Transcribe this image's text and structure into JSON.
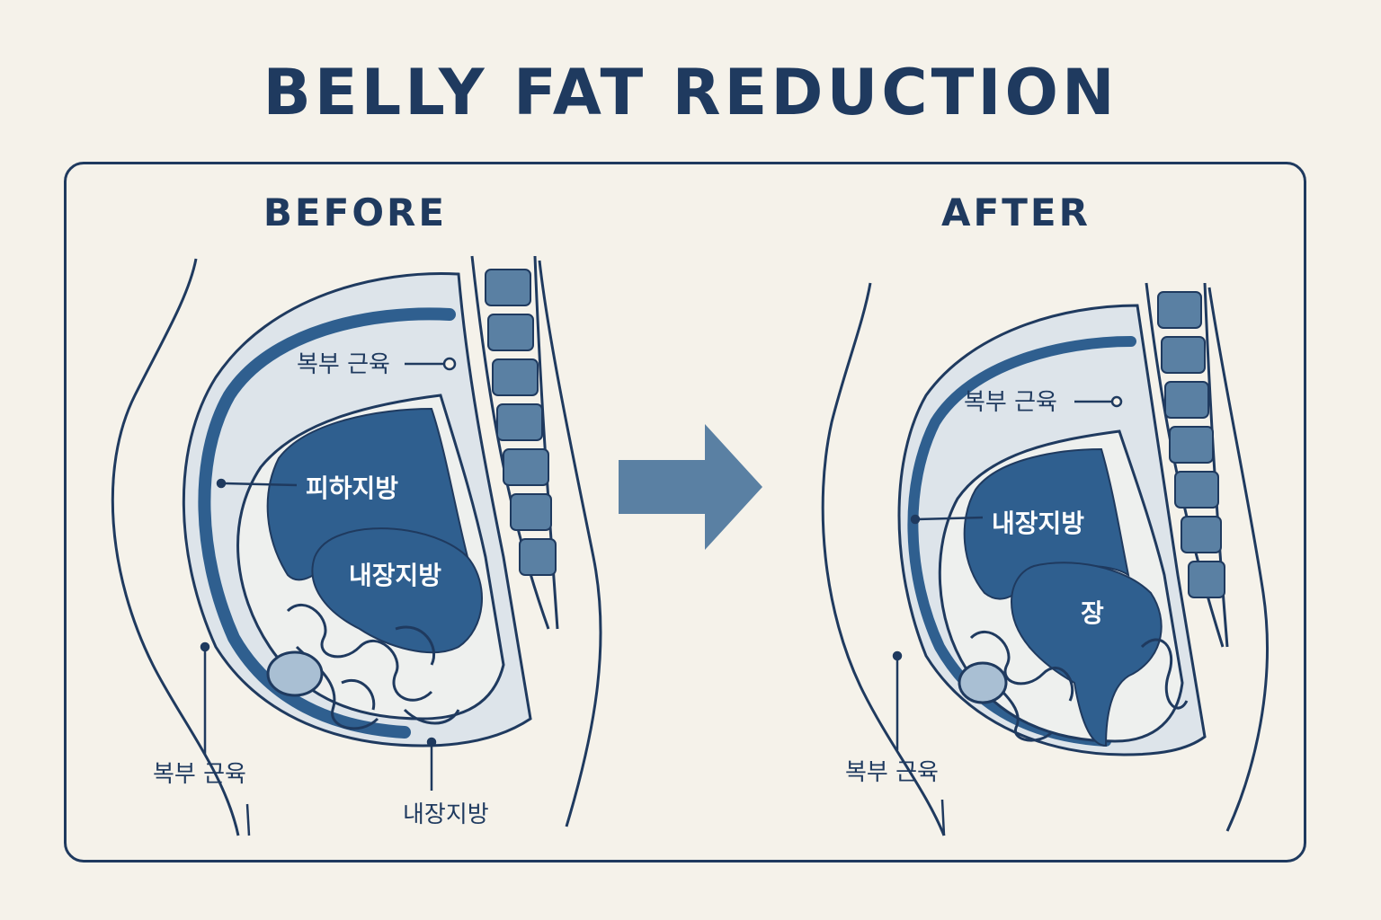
{
  "title": "BELLY FAT REDUCTION",
  "panels": {
    "before": {
      "heading": "BEFORE",
      "labels": {
        "muscle_top": "복부 근육",
        "subcutaneous": "피하지방",
        "visceral_inner": "내장지방",
        "muscle_bottom": "복부 근육",
        "visceral_bottom": "내장지방"
      }
    },
    "after": {
      "heading": "AFTER",
      "labels": {
        "muscle_top": "복부 근육",
        "visceral_inner": "내장지방",
        "intestine": "장",
        "muscle_bottom": "복부 근육"
      }
    }
  },
  "colors": {
    "background": "#f5f2ea",
    "ink": "#1f3a5f",
    "fat_dark": "#2f5f8f",
    "fat_light": "#dde4ea",
    "arrow": "#5a80a3"
  }
}
